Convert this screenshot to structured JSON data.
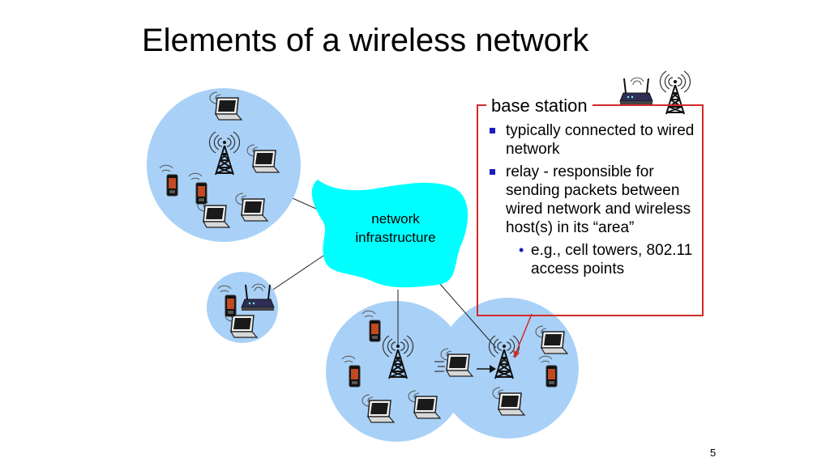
{
  "slide": {
    "title": "Elements of a wireless network",
    "page_number": "5"
  },
  "diagram": {
    "cloud_label_line1": "network",
    "cloud_label_line2": "infrastructure",
    "colors": {
      "cell_fill": "#a9d1f7",
      "cloud_fill": "#00ffff",
      "callout_border": "#d12a2a",
      "bullet": "#1c1cc0"
    },
    "icons": [
      "tower-icon",
      "laptop-icon",
      "phone-icon",
      "router-icon"
    ]
  },
  "callout": {
    "title": "base station",
    "bullets": [
      {
        "text": "typically connected to wired network"
      },
      {
        "text": "relay - responsible for sending packets between wired network and wireless host(s) in its “area”"
      }
    ],
    "sub_bullets": [
      {
        "text": "e.g., cell towers, 802.11 access points"
      }
    ]
  }
}
